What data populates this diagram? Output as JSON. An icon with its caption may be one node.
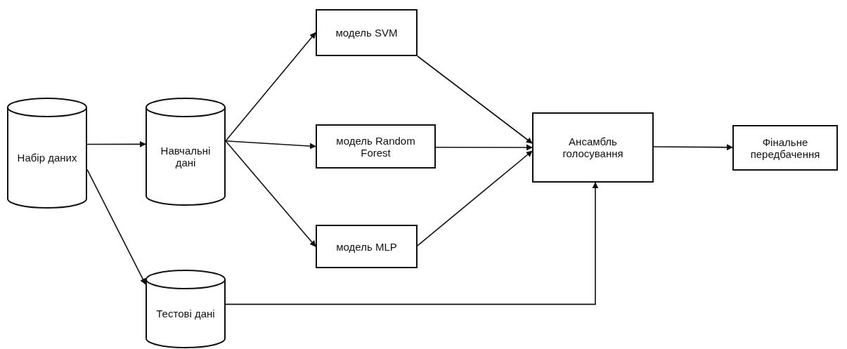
{
  "diagram": {
    "nodes": [
      {
        "text": [
          "Набір даних"
        ]
      },
      {
        "text": [
          "Навчальні дані"
        ]
      },
      {
        "text": [
          "Тестові дані"
        ]
      },
      {
        "text": [
          "модель SVM"
        ]
      },
      {
        "text": [
          "модель Random Forest"
        ]
      },
      {
        "text": [
          "модель MLP"
        ]
      },
      {
        "text": [
          "Ансамбль голосування"
        ]
      },
      {
        "text": [
          "Фінальне передбачення"
        ]
      }
    ],
    "edges": [
      {
        "from": 0,
        "to": 1,
        "arrow": "to"
      },
      {
        "from": 0,
        "to": 2,
        "arrow": "to"
      },
      {
        "from": 1,
        "to": 3,
        "arrow": "to"
      },
      {
        "from": 1,
        "to": 4,
        "arrow": "to"
      },
      {
        "from": 1,
        "to": 5,
        "arrow": "to"
      },
      {
        "from": 3,
        "to": 6,
        "arrow": "to"
      },
      {
        "from": 4,
        "to": 6,
        "arrow": "to"
      },
      {
        "from": 5,
        "to": 6,
        "arrow": "to"
      },
      {
        "from": 2,
        "to": 6,
        "arrow": "to"
      },
      {
        "from": 6,
        "to": 7,
        "arrow": "to"
      }
    ]
  }
}
